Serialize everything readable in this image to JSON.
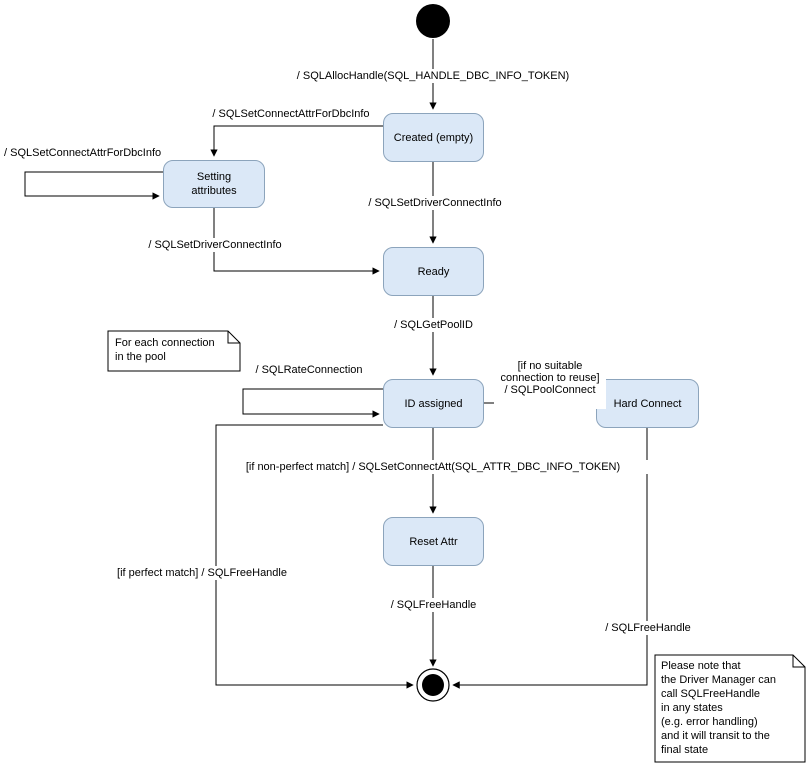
{
  "colors": {
    "state_fill": "#dbe8f7",
    "state_border": "#8ca4bc",
    "arrow": "#000000",
    "note_fill": "#ffffff",
    "note_border": "#000000"
  },
  "states": {
    "created": {
      "label": "Created (empty)"
    },
    "setting_attributes": {
      "label": "Setting\nattributes"
    },
    "ready": {
      "label": "Ready"
    },
    "id_assigned": {
      "label": "ID assigned"
    },
    "hard_connect": {
      "label": "Hard Connect"
    },
    "reset_attr": {
      "label": "Reset Attr"
    }
  },
  "transitions": {
    "alloc_handle": "/ SQLAllocHandle(SQL_HANDLE_DBC_INFO_TOKEN)",
    "set_connect_attr_to_setting": "/ SQLSetConnectAttrForDbcInfo",
    "set_connect_attr_self": "/ SQLSetConnectAttrForDbcInfo",
    "set_driver_connect_info_created_ready": "/ SQLSetDriverConnectInfo",
    "set_driver_connect_info_setting_ready": "/ SQLSetDriverConnectInfo",
    "get_pool_id": "/ SQLGetPoolID",
    "rate_connection": "/ SQLRateConnection",
    "pool_connect_guard": "[if no suitable\nconnection to reuse]",
    "pool_connect": "/ SQLPoolConnect",
    "non_perfect_match": "[if non-perfect match] / SQLSetConnectAtt(SQL_ATTR_DBC_INFO_TOKEN)",
    "free_handle_reset": "/ SQLFreeHandle",
    "perfect_match": "[if perfect match] / SQLFreeHandle",
    "free_handle_hard": "/ SQLFreeHandle"
  },
  "notes": {
    "pool_note": "For each connection\nin the pool",
    "driver_manager_note": "Please note that\nthe Driver Manager can\ncall SQLFreeHandle\nin any states\n(e.g. error handling)\nand it will transit to the\nfinal state"
  }
}
